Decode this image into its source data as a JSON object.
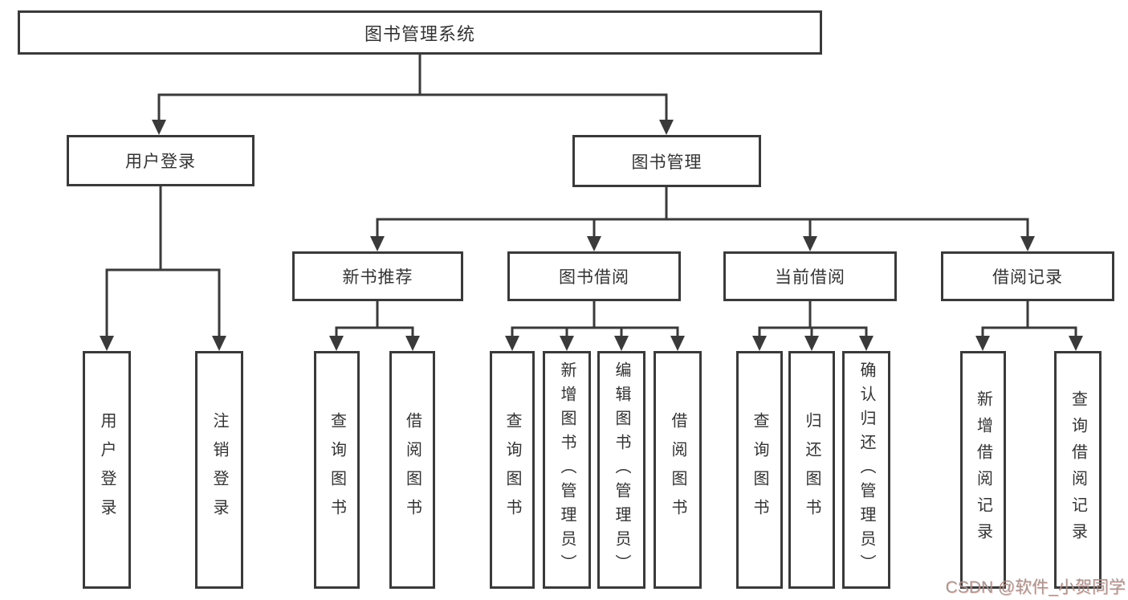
{
  "diagram_type": "hierarchy-tree",
  "tree": {
    "label": "图书管理系统",
    "children": [
      {
        "label": "用户登录",
        "children": [
          {
            "label": "用户登录"
          },
          {
            "label": "注销登录"
          }
        ]
      },
      {
        "label": "图书管理",
        "children": [
          {
            "label": "新书推荐",
            "children": [
              {
                "label": "查询图书"
              },
              {
                "label": "借阅图书"
              }
            ]
          },
          {
            "label": "图书借阅",
            "children": [
              {
                "label": "查询图书"
              },
              {
                "label": "新增图书（管理员）"
              },
              {
                "label": "编辑图书（管理员）"
              },
              {
                "label": "借阅图书"
              }
            ]
          },
          {
            "label": "当前借阅",
            "children": [
              {
                "label": "查询图书"
              },
              {
                "label": "归还图书"
              },
              {
                "label": "确认归还（管理员）"
              }
            ]
          },
          {
            "label": "借阅记录",
            "children": [
              {
                "label": "新增借阅记录"
              },
              {
                "label": "查询借阅记录"
              }
            ]
          }
        ]
      }
    ]
  },
  "watermark": {
    "text": "CSDN @软件_小贺同学"
  },
  "colors": {
    "line": "#3a3a3a",
    "border": "#3a3a3a",
    "text": "#333333",
    "background": "#ffffff",
    "watermark": "#9e9191"
  }
}
